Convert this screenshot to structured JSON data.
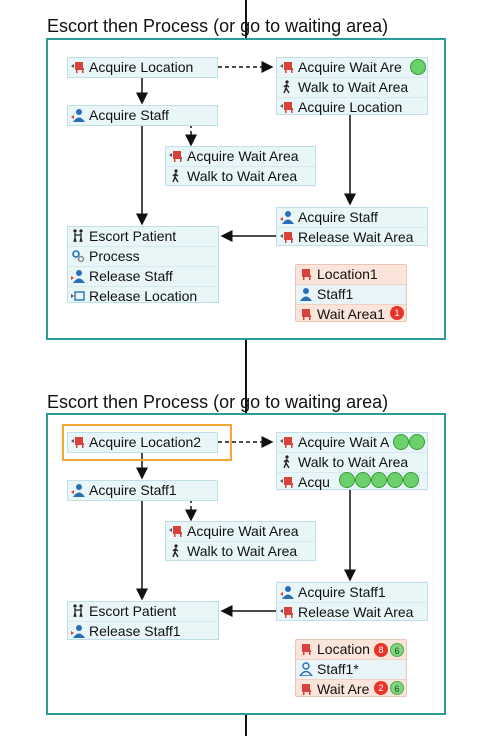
{
  "flow1": {
    "title": "Escort then Process (or go to waiting area)",
    "acquire_location": "Acquire Location",
    "acquire_staff": "Acquire Staff",
    "mid": [
      "Acquire Wait Area",
      "Walk to Wait Area"
    ],
    "right_top": [
      "Acquire Wait Are",
      "Walk to Wait Area",
      "Acquire Location"
    ],
    "right_bottom": [
      "Acquire Staff",
      "Release Wait Area"
    ],
    "left_bottom": [
      "Escort Patient",
      "Process",
      "Release Staff",
      "Release Location"
    ],
    "resources": [
      "Location1",
      "Staff1",
      "Wait Area1"
    ],
    "wait_area_count": "1"
  },
  "flow2": {
    "title": "Escort then Process (or go to waiting area)",
    "acquire_location": "Acquire Location2",
    "acquire_staff": "Acquire Staff1",
    "mid": [
      "Acquire Wait Area",
      "Walk to Wait Area"
    ],
    "right_top": [
      "Acquire Wait A",
      "Walk to Wait Area",
      "Acqu"
    ],
    "right_bottom": [
      "Acquire Staff1",
      "Release Wait Area"
    ],
    "left_bottom": [
      "Escort Patient",
      "Release Staff1"
    ],
    "resources": [
      "Location",
      "Staff1*",
      "Wait Are"
    ],
    "location_counts": [
      "8",
      "6"
    ],
    "wait_counts": [
      "2",
      "6"
    ]
  },
  "colors": {
    "frame": "#2a9d9a",
    "node_bg": "#e8f6f8",
    "resource_bg": "#fbe4da",
    "token_green": "#6bd16b",
    "badge_red": "#e8352a",
    "highlight": "#f0a830"
  },
  "icons": [
    "chair-icon",
    "staff-icon",
    "walk-icon",
    "escort-icon",
    "process-icon",
    "release-staff-icon",
    "release-location-icon"
  ]
}
